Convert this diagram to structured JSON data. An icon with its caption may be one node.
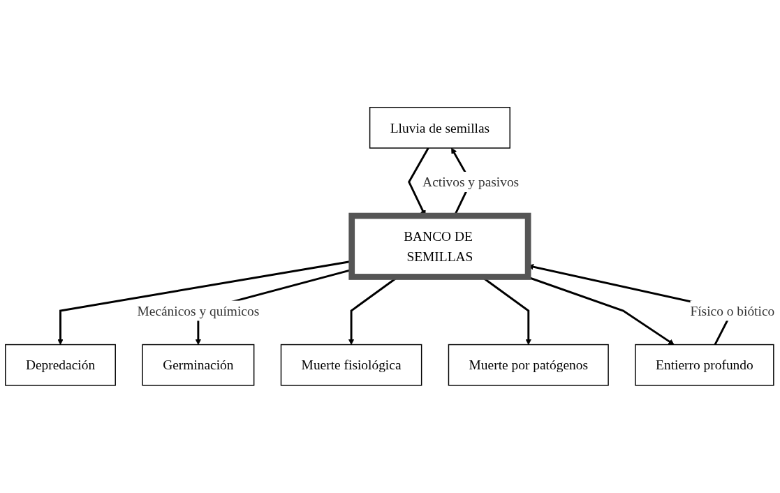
{
  "diagram": {
    "nodes": [
      {
        "text": [
          "Lluvia de semillas"
        ]
      },
      {
        "text": [
          "Germinación"
        ]
      },
      {
        "text": [
          "Depredación"
        ]
      },
      {
        "text": [
          "BANCO DE SEMILLAS"
        ]
      },
      {
        "text": [
          "Muerte fisiológica"
        ]
      },
      {
        "text": [
          "Muerte por patógenos"
        ]
      },
      {
        "text": [
          "Entierro profundo"
        ]
      }
    ],
    "edges": [
      {
        "from": 3,
        "to": 0,
        "arrow": "to",
        "label": "Activos y pasivos"
      },
      {
        "from": 0,
        "to": 3,
        "arrow": "to"
      },
      {
        "from": 3,
        "to": 2,
        "arrow": "to"
      },
      {
        "from": 3,
        "to": 1,
        "arrow": "to",
        "label": "Mecánicos y químicos"
      },
      {
        "from": 3,
        "to": 4,
        "arrow": "to"
      },
      {
        "from": 3,
        "to": 5,
        "arrow": "to"
      },
      {
        "from": 6,
        "to": 3,
        "arrow": "to",
        "label": "Físico o biótico"
      },
      {
        "from": 3,
        "to": 6,
        "arrow": "to"
      }
    ]
  }
}
